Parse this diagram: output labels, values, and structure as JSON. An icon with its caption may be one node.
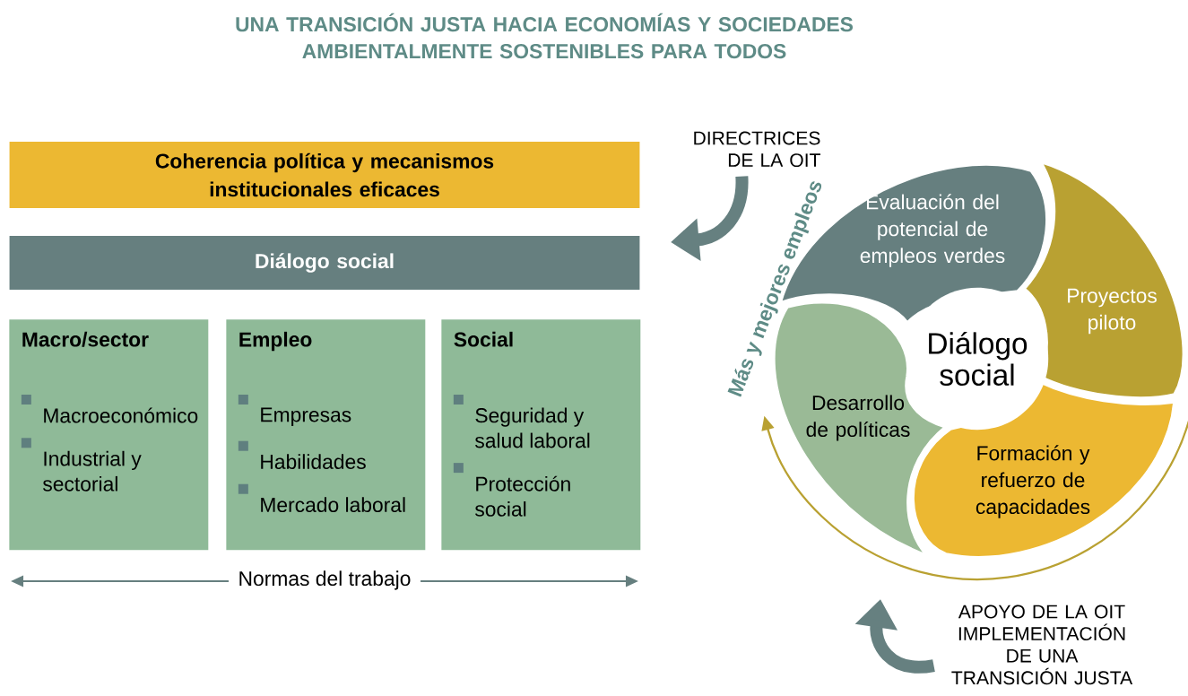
{
  "diagram": {
    "title": "UNA TRANSICIÓN JUSTA HACIA ECONOMÍAS Y SOCIEDADES AMBIENTALMENTE SOSTENIBLES PARA TODOS",
    "nodes": [
      {
        "text": [
          "Coherencia política y mecanismos institucionales eficaces"
        ]
      },
      {
        "text": [
          "Diálogo social"
        ]
      },
      {
        "text": [
          "Macro/sector",
          "Macroeconómico",
          "Industrial y sectorial"
        ]
      },
      {
        "text": [
          "Empleo",
          "Empresas",
          "Habilidades",
          "Mercado laboral"
        ]
      },
      {
        "text": [
          "Social",
          "Seguridad y salud laboral",
          "Protección social"
        ]
      },
      {
        "text": [
          "Evaluación del potencial de empleos verdes"
        ]
      },
      {
        "text": [
          "Proyectos piloto"
        ]
      },
      {
        "text": [
          "Formación y refuerzo de capacidades"
        ]
      },
      {
        "text": [
          "Desarrollo de políticas"
        ]
      },
      {
        "text": [
          "Diálogo social"
        ]
      },
      {
        "text": [
          "DIRECTRICES DE LA OIT"
        ]
      },
      {
        "text": [
          "APOYO DE LA OIT IMPLEMENTACIÓN DE UNA TRANSICIÓN JUSTA"
        ]
      }
    ],
    "edges": [
      {
        "from": 10,
        "to": null,
        "arrow": "to"
      },
      {
        "from": 11,
        "to": null,
        "arrow": "to"
      }
    ],
    "labels": [
      "Más y mejores empleos",
      "Normas del trabajo"
    ]
  }
}
